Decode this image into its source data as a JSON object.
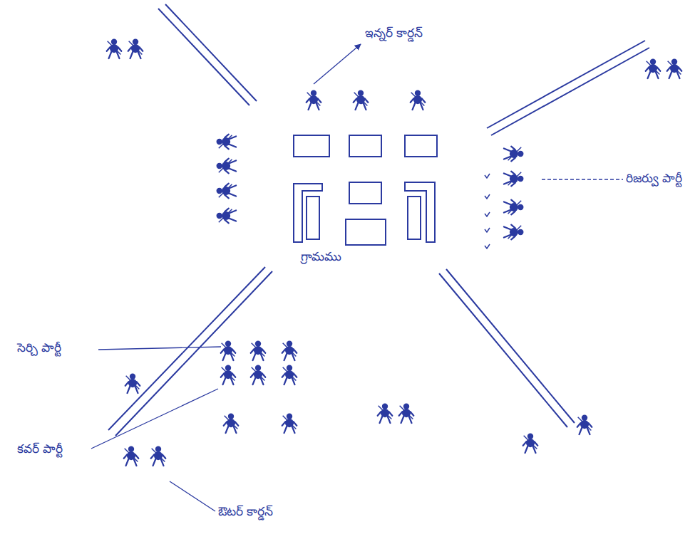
{
  "diagram": {
    "labels": [
      "ఇన్నర్ కార్డన్",
      "రిజర్వు పార్టీ",
      "గ్రామము",
      "సెర్చి పార్టీ",
      "కవర్ పార్టీ",
      "ఔటర్ కార్డన్"
    ]
  }
}
